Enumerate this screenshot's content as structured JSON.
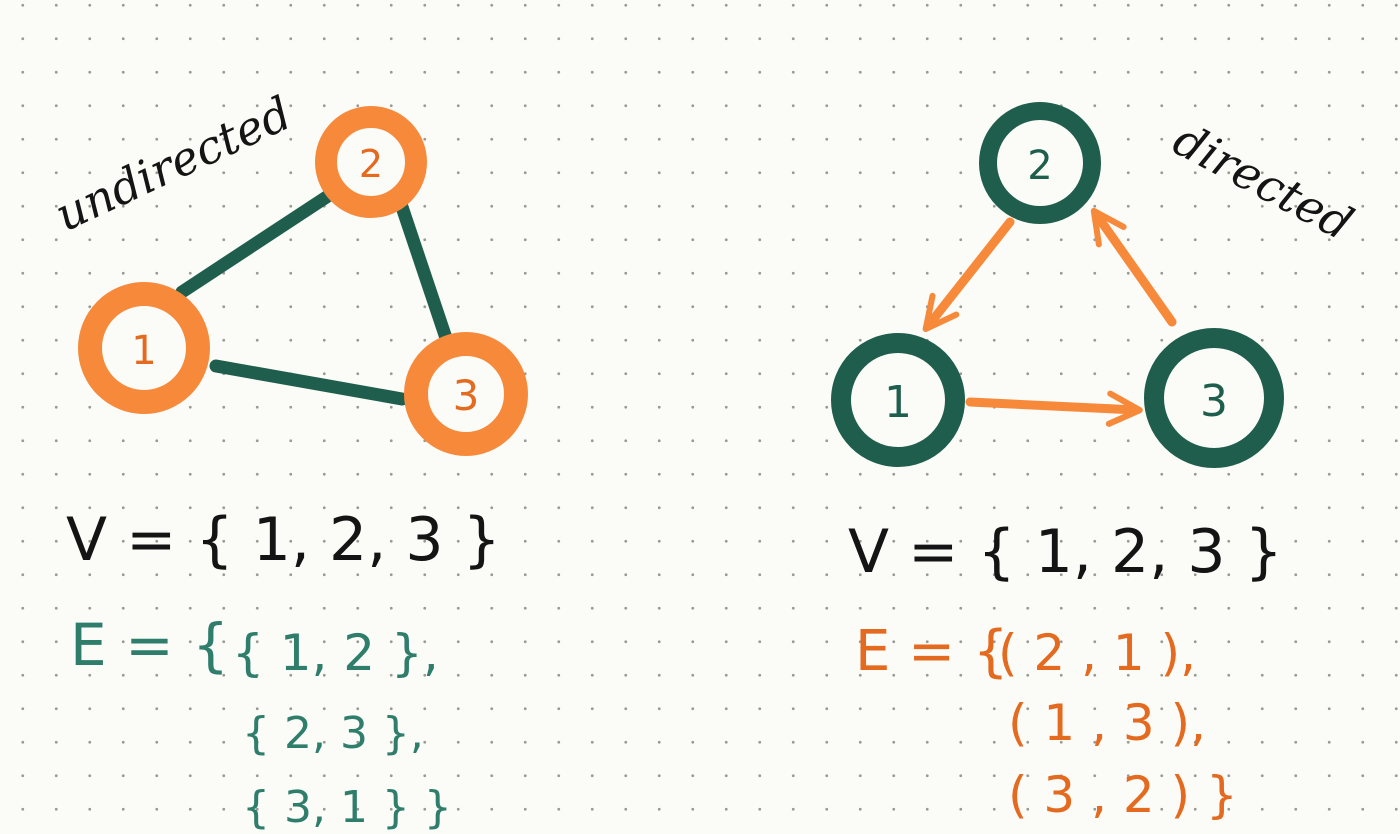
{
  "colors": {
    "ink": "#141414",
    "green": "#1f5e4c",
    "orange": "#f7893a",
    "orange_text": "#e36a1f",
    "teal_text": "#2f7d6b",
    "paper": "#fbfbf8"
  },
  "left": {
    "label": "undirected",
    "nodes": [
      {
        "id": "1",
        "label": "1"
      },
      {
        "id": "2",
        "label": "2"
      },
      {
        "id": "3",
        "label": "3"
      }
    ],
    "edges": [
      {
        "from": "1",
        "to": "2"
      },
      {
        "from": "2",
        "to": "3"
      },
      {
        "from": "1",
        "to": "3"
      }
    ],
    "vertex_set": "V = { 1, 2, 3 }",
    "edge_prefix": "E = {",
    "edge_lines": [
      "{ 1, 2 },",
      "{ 2, 3 },",
      "{ 3, 1 } }"
    ]
  },
  "right": {
    "label": "directed",
    "nodes": [
      {
        "id": "1",
        "label": "1"
      },
      {
        "id": "2",
        "label": "2"
      },
      {
        "id": "3",
        "label": "3"
      }
    ],
    "edges": [
      {
        "from": "2",
        "to": "1"
      },
      {
        "from": "1",
        "to": "3"
      },
      {
        "from": "3",
        "to": "2"
      }
    ],
    "vertex_set": "V = { 1, 2, 3 }",
    "edge_prefix": "E = {",
    "edge_lines": [
      "( 2 , 1 ),",
      "( 1 , 3 ),",
      "( 3 , 2 ) }"
    ]
  }
}
